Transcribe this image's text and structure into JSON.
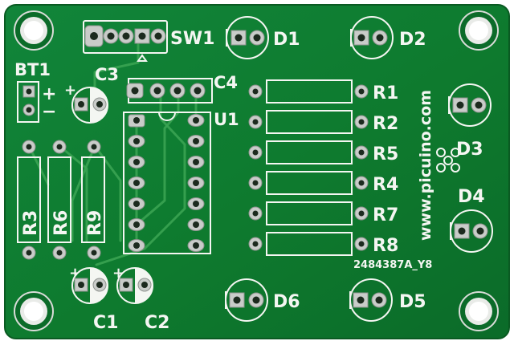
{
  "board": {
    "url_text": "www.picuino.com",
    "serial_text": "2484387A_Y8",
    "colors": {
      "background": "#ffffff",
      "soldermask": "#0e7a2e",
      "copper_trace": "#3aa352",
      "silkscreen": "#f4f6f2",
      "pad": "#c9ccc9"
    }
  },
  "labels": {
    "sw1": "SW1",
    "bt1": "BT1",
    "plus": "+",
    "minus": "−",
    "c1": "C1",
    "c2": "C2",
    "c3": "C3",
    "c4": "C4",
    "u1": "U1",
    "d1": "D1",
    "d2": "D2",
    "d3": "D3",
    "d4": "D4",
    "d5": "D5",
    "d6": "D6",
    "r1": "R1",
    "r2": "R2",
    "r3": "R3",
    "r4": "R4",
    "r5": "R5",
    "r6": "R6",
    "r7": "R7",
    "r8": "R8",
    "r9": "R9"
  }
}
